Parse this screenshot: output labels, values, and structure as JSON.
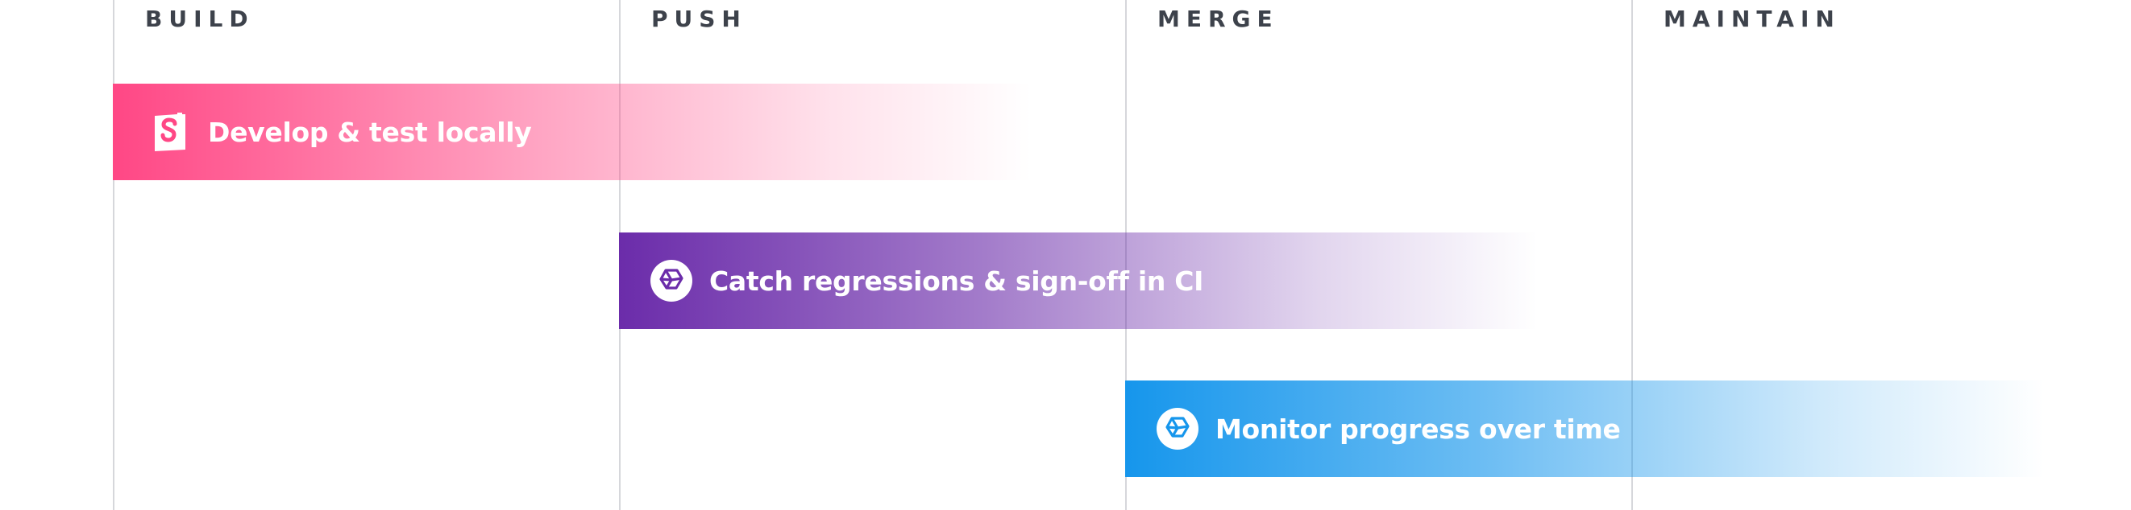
{
  "stages": [
    {
      "label": "BUILD"
    },
    {
      "label": "PUSH"
    },
    {
      "label": "MERGE"
    },
    {
      "label": "MAINTAIN"
    }
  ],
  "bars": [
    {
      "label": "Develop & test locally",
      "icon": "storybook-icon",
      "color": "#FF4785",
      "stage_start": "BUILD"
    },
    {
      "label": "Catch regressions & sign-off in CI",
      "icon": "chromatic-icon",
      "color": "#6B2CAA",
      "stage_start": "PUSH"
    },
    {
      "label": "Monitor progress over time",
      "icon": "chromatic-icon",
      "color": "#1696EC",
      "stage_start": "MERGE"
    }
  ]
}
